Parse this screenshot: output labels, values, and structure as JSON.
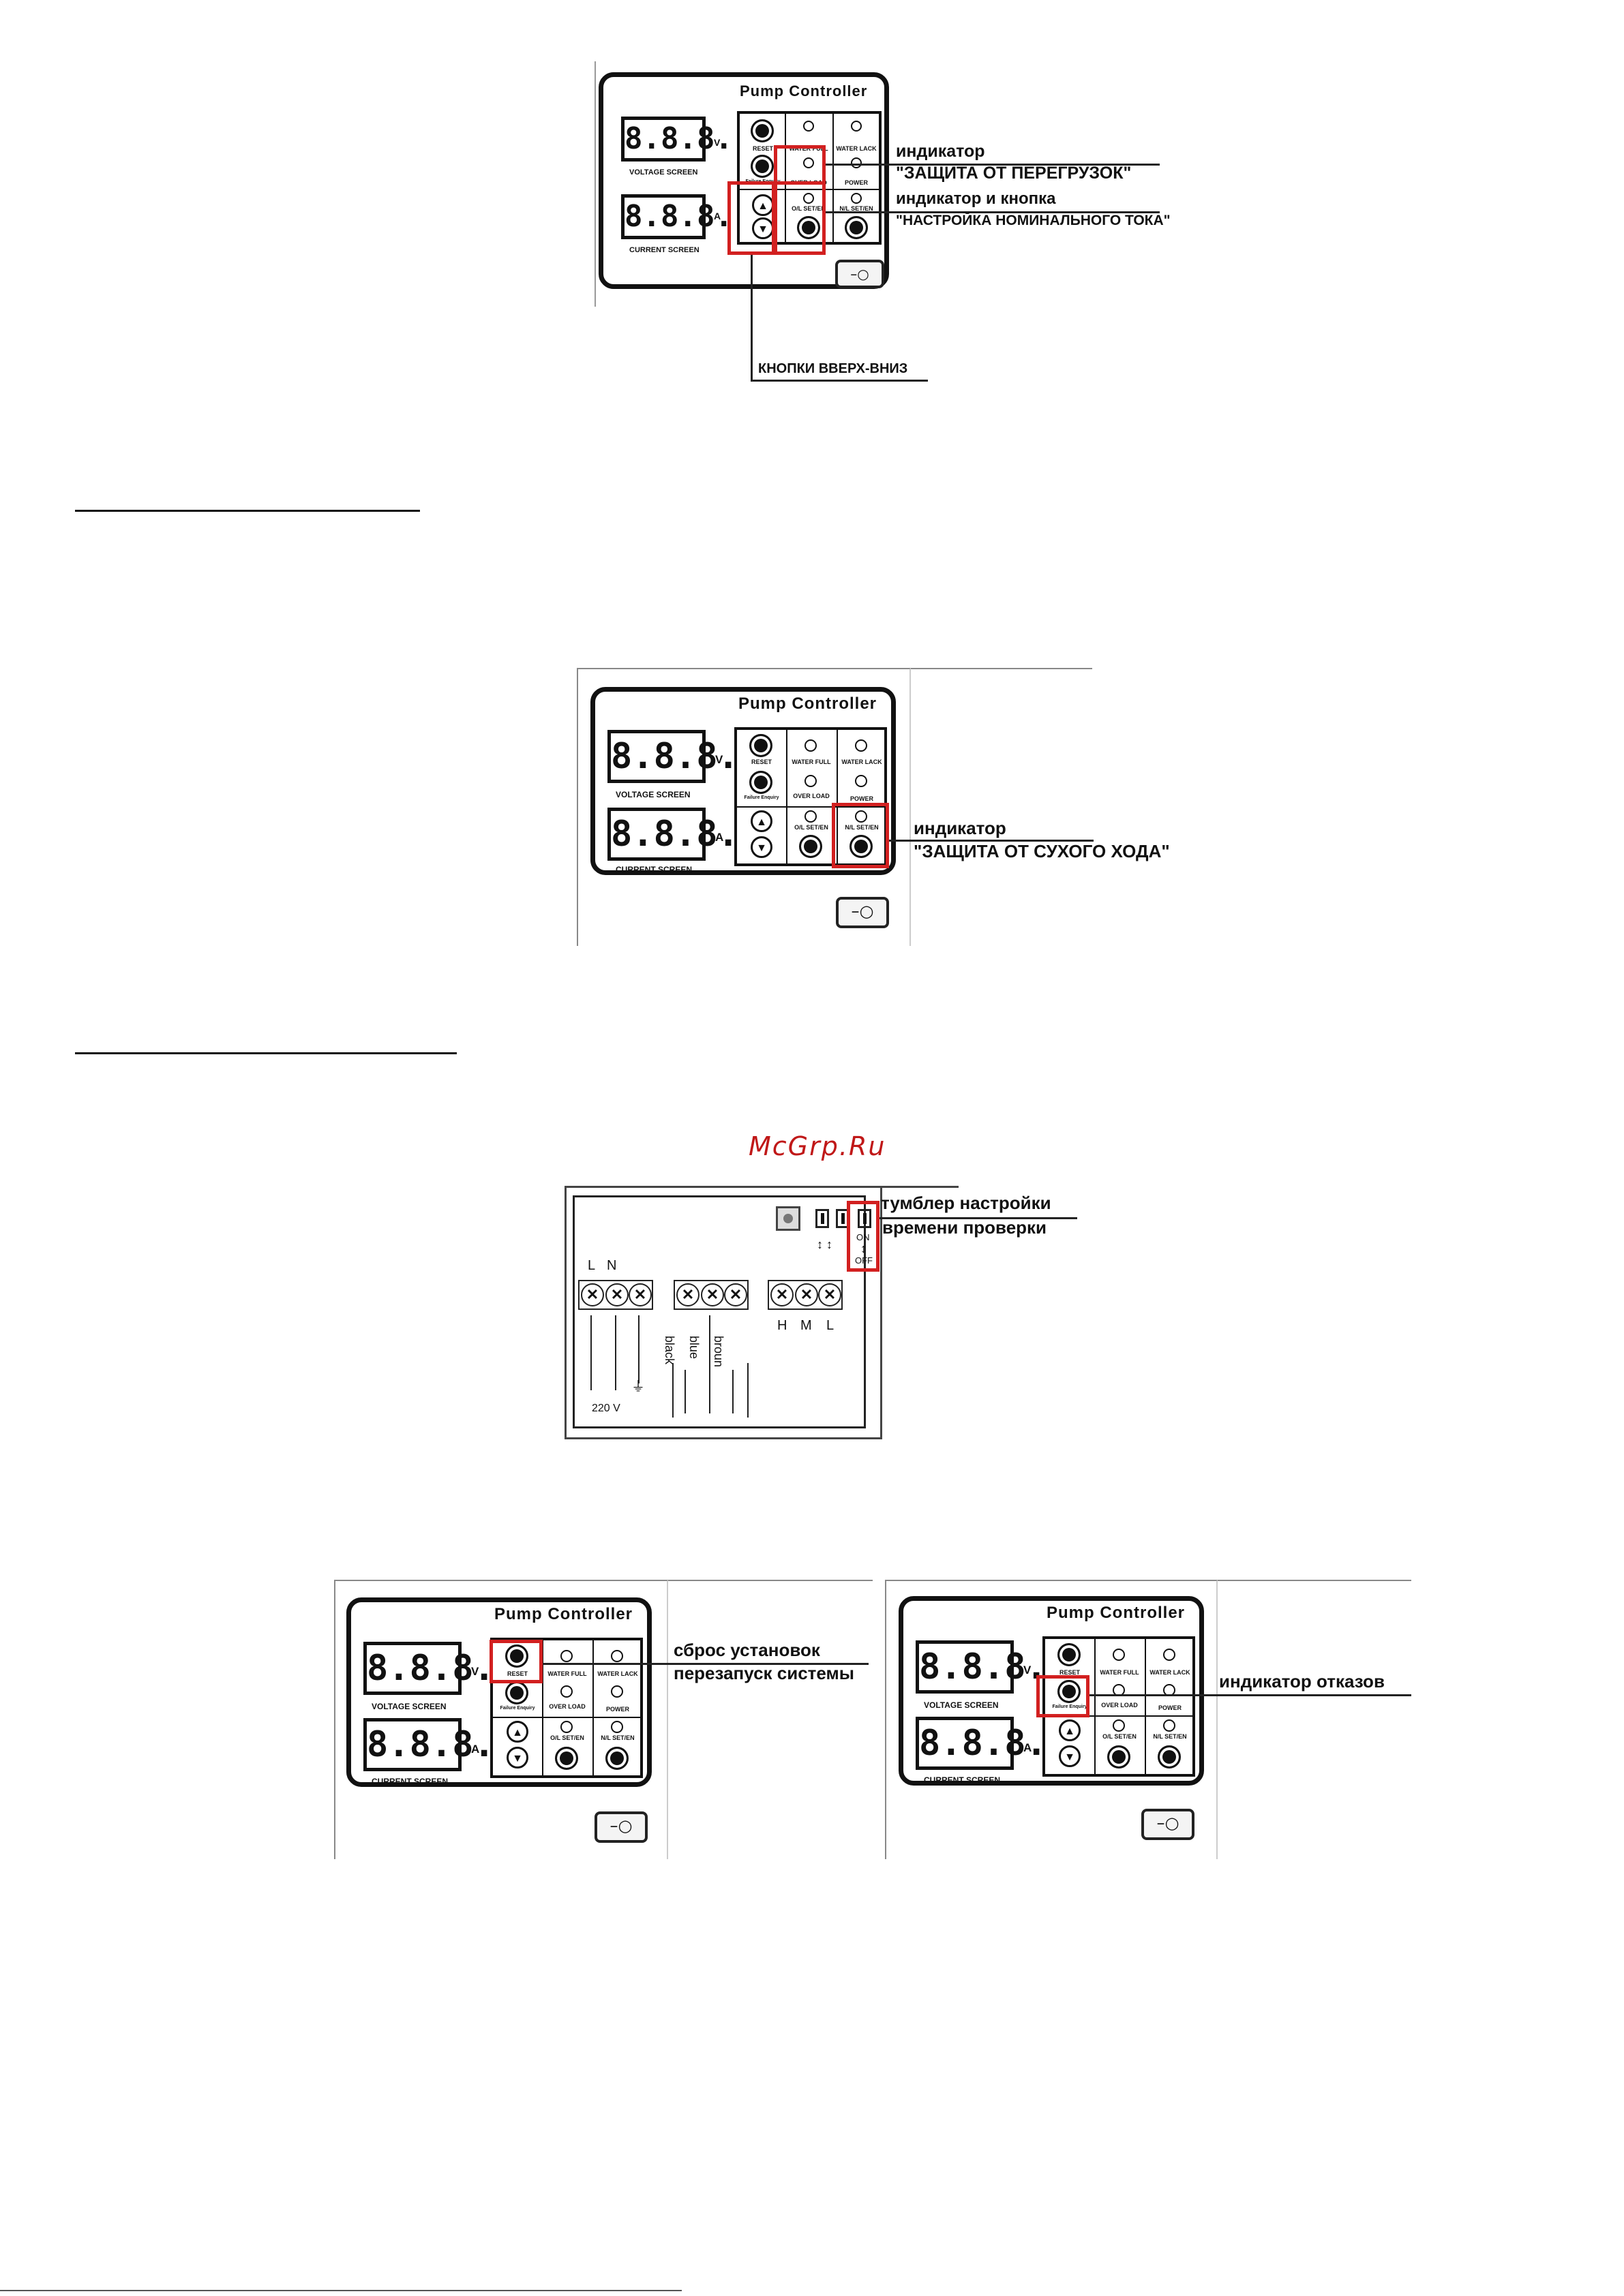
{
  "panel": {
    "title": "Pump Controller",
    "digits": "8.8.8.",
    "unit_v": "V",
    "unit_a": "A",
    "voltage_caption": "VOLTAGE  SCREEN",
    "current_caption": "CURRENT  SCREEN",
    "reset": "RESET",
    "water_full": "WATER FULL",
    "water_lack": "WATER LACK",
    "failure_enquiry": "Failure Enquiry",
    "over_load": "OVER LOAD",
    "power": "POWER",
    "ol_setien": "O/L SET/EN",
    "nl_setien": "N/L SET/EN",
    "up_arrow": "▲",
    "down_arrow": "▼",
    "switch_glyph": "–○"
  },
  "fig1": {
    "callout1_line1": "индикатор",
    "callout1_line2": "\"ЗАЩИТА ОТ ПЕРЕГРУЗОК\"",
    "callout2_line1": "индикатор и кнопка",
    "callout2_line2": "\"НАСТРОЙКА НОМИНАЛЬНОГО ТОКА\"",
    "callout3": "КНОПКИ ВВЕРХ-ВНИЗ"
  },
  "fig2": {
    "callout_line1": "индикатор",
    "callout_line2": "\"ЗАЩИТА ОТ СУХОГО ХОДА\""
  },
  "watermark": "McGrp.Ru",
  "fig3": {
    "callout_line1": "тумблер настройки",
    "callout_line2": "времени проверки",
    "on": "ON",
    "off": "OFF",
    "label_L": "L",
    "label_N": "N",
    "voltage": "220 V",
    "wire_black": "black",
    "wire_blue": "blue",
    "wire_broun": "broun",
    "label_H": "H",
    "label_M": "M",
    "label_Lo": "L"
  },
  "fig4": {
    "callout_line1": "сброс установок",
    "callout_line2": "перезапуск системы"
  },
  "fig5": {
    "callout": "индикатор отказов"
  }
}
